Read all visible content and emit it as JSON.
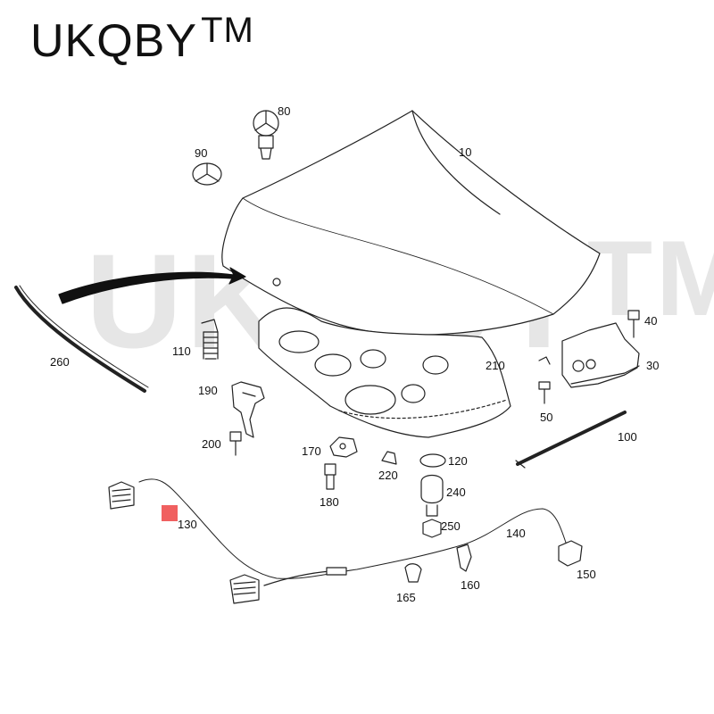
{
  "brand": {
    "name": "UKQBY",
    "tm": "TM"
  },
  "watermark": {
    "name": "UKQBY",
    "tm": "TM"
  },
  "parts": {
    "p10": "10",
    "p30": "30",
    "p40": "40",
    "p50": "50",
    "p80": "80",
    "p90": "90",
    "p100": "100",
    "p110": "110",
    "p120": "120",
    "p130": "130",
    "p140": "140",
    "p150": "150",
    "p160": "160",
    "p165": "165",
    "p170": "170",
    "p180": "180",
    "p190": "190",
    "p200": "200",
    "p210": "210",
    "p220": "220",
    "p240": "240",
    "p250": "250",
    "p260": "260"
  },
  "colors": {
    "highlight": "#f06060",
    "line": "#222222",
    "watermark": "#e6e6e6"
  }
}
